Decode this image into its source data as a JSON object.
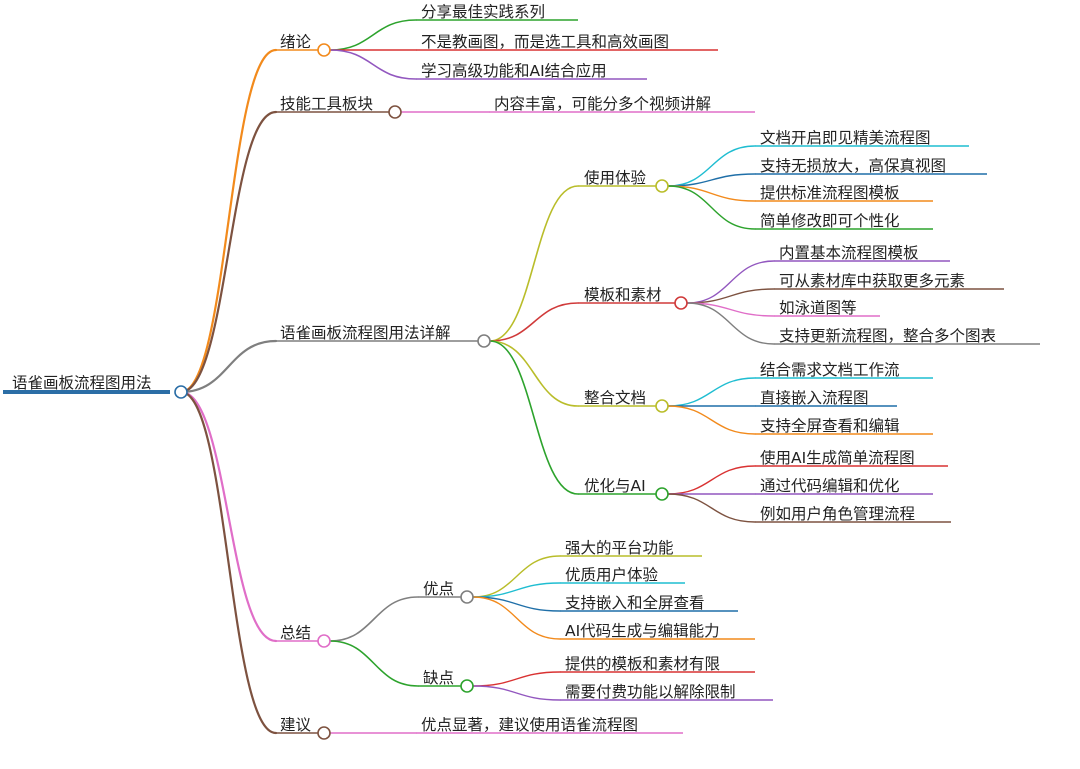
{
  "root": {
    "label": "语雀画板流程图用法",
    "color": "#2b6ea6"
  },
  "branches": [
    {
      "label": "绪论",
      "color": "#f28a1c",
      "children": [
        {
          "label": "分享最佳实践系列",
          "color": "#2da32d"
        },
        {
          "label": "不是教画图，而是选工具和高效画图",
          "color": "#d93232"
        },
        {
          "label": "学习高级功能和AI结合应用",
          "color": "#9257bf"
        }
      ]
    },
    {
      "label": "技能工具板块",
      "color": "#7d5240",
      "children": [
        {
          "label": "内容丰富，可能分多个视频讲解",
          "color": "#e06ec8"
        }
      ]
    },
    {
      "label": "语雀画板流程图用法详解",
      "color": "#7f7f7f",
      "children": [
        {
          "label": "使用体验",
          "color": "#b9bd2a",
          "children": [
            {
              "label": "文档开启即见精美流程图",
              "color": "#1fbdd1"
            },
            {
              "label": "支持无损放大，高保真视图",
              "color": "#1f6fa8"
            },
            {
              "label": "提供标准流程图模板",
              "color": "#f28a1c"
            },
            {
              "label": "简单修改即可个性化",
              "color": "#2da32d"
            }
          ]
        },
        {
          "label": "模板和素材",
          "color": "#d03a3a",
          "children": [
            {
              "label": "内置基本流程图模板",
              "color": "#9257bf"
            },
            {
              "label": "可从素材库中获取更多元素",
              "color": "#7d5240"
            },
            {
              "label": "如泳道图等",
              "color": "#e06ec8"
            },
            {
              "label": "支持更新流程图，整合多个图表",
              "color": "#7f7f7f"
            }
          ]
        },
        {
          "label": "整合文档",
          "color": "#b9bd2a",
          "children": [
            {
              "label": "结合需求文档工作流",
              "color": "#1fbdd1"
            },
            {
              "label": "直接嵌入流程图",
              "color": "#1f6fa8"
            },
            {
              "label": "支持全屏查看和编辑",
              "color": "#f28a1c"
            }
          ]
        },
        {
          "label": "优化与AI",
          "color": "#2da32d",
          "children": [
            {
              "label": "使用AI生成简单流程图",
              "color": "#d93232"
            },
            {
              "label": "通过代码编辑和优化",
              "color": "#9257bf"
            },
            {
              "label": "例如用户角色管理流程",
              "color": "#7d5240"
            }
          ]
        }
      ]
    },
    {
      "label": "总结",
      "color": "#e06ec8",
      "children": [
        {
          "label": "优点",
          "color": "#7f7f7f",
          "children": [
            {
              "label": "强大的平台功能",
              "color": "#b9bd2a"
            },
            {
              "label": "优质用户体验",
              "color": "#1fbdd1"
            },
            {
              "label": "支持嵌入和全屏查看",
              "color": "#1f6fa8"
            },
            {
              "label": "AI代码生成与编辑能力",
              "color": "#f28a1c"
            }
          ]
        },
        {
          "label": "缺点",
          "color": "#2da32d",
          "children": [
            {
              "label": "提供的模板和素材有限",
              "color": "#d93232"
            },
            {
              "label": "需要付费功能以解除限制",
              "color": "#9257bf"
            }
          ]
        }
      ]
    },
    {
      "label": "建议",
      "color": "#7d5240",
      "children": [
        {
          "label": "优点显著，建议使用语雀流程图",
          "color": "#e06ec8"
        }
      ]
    }
  ]
}
